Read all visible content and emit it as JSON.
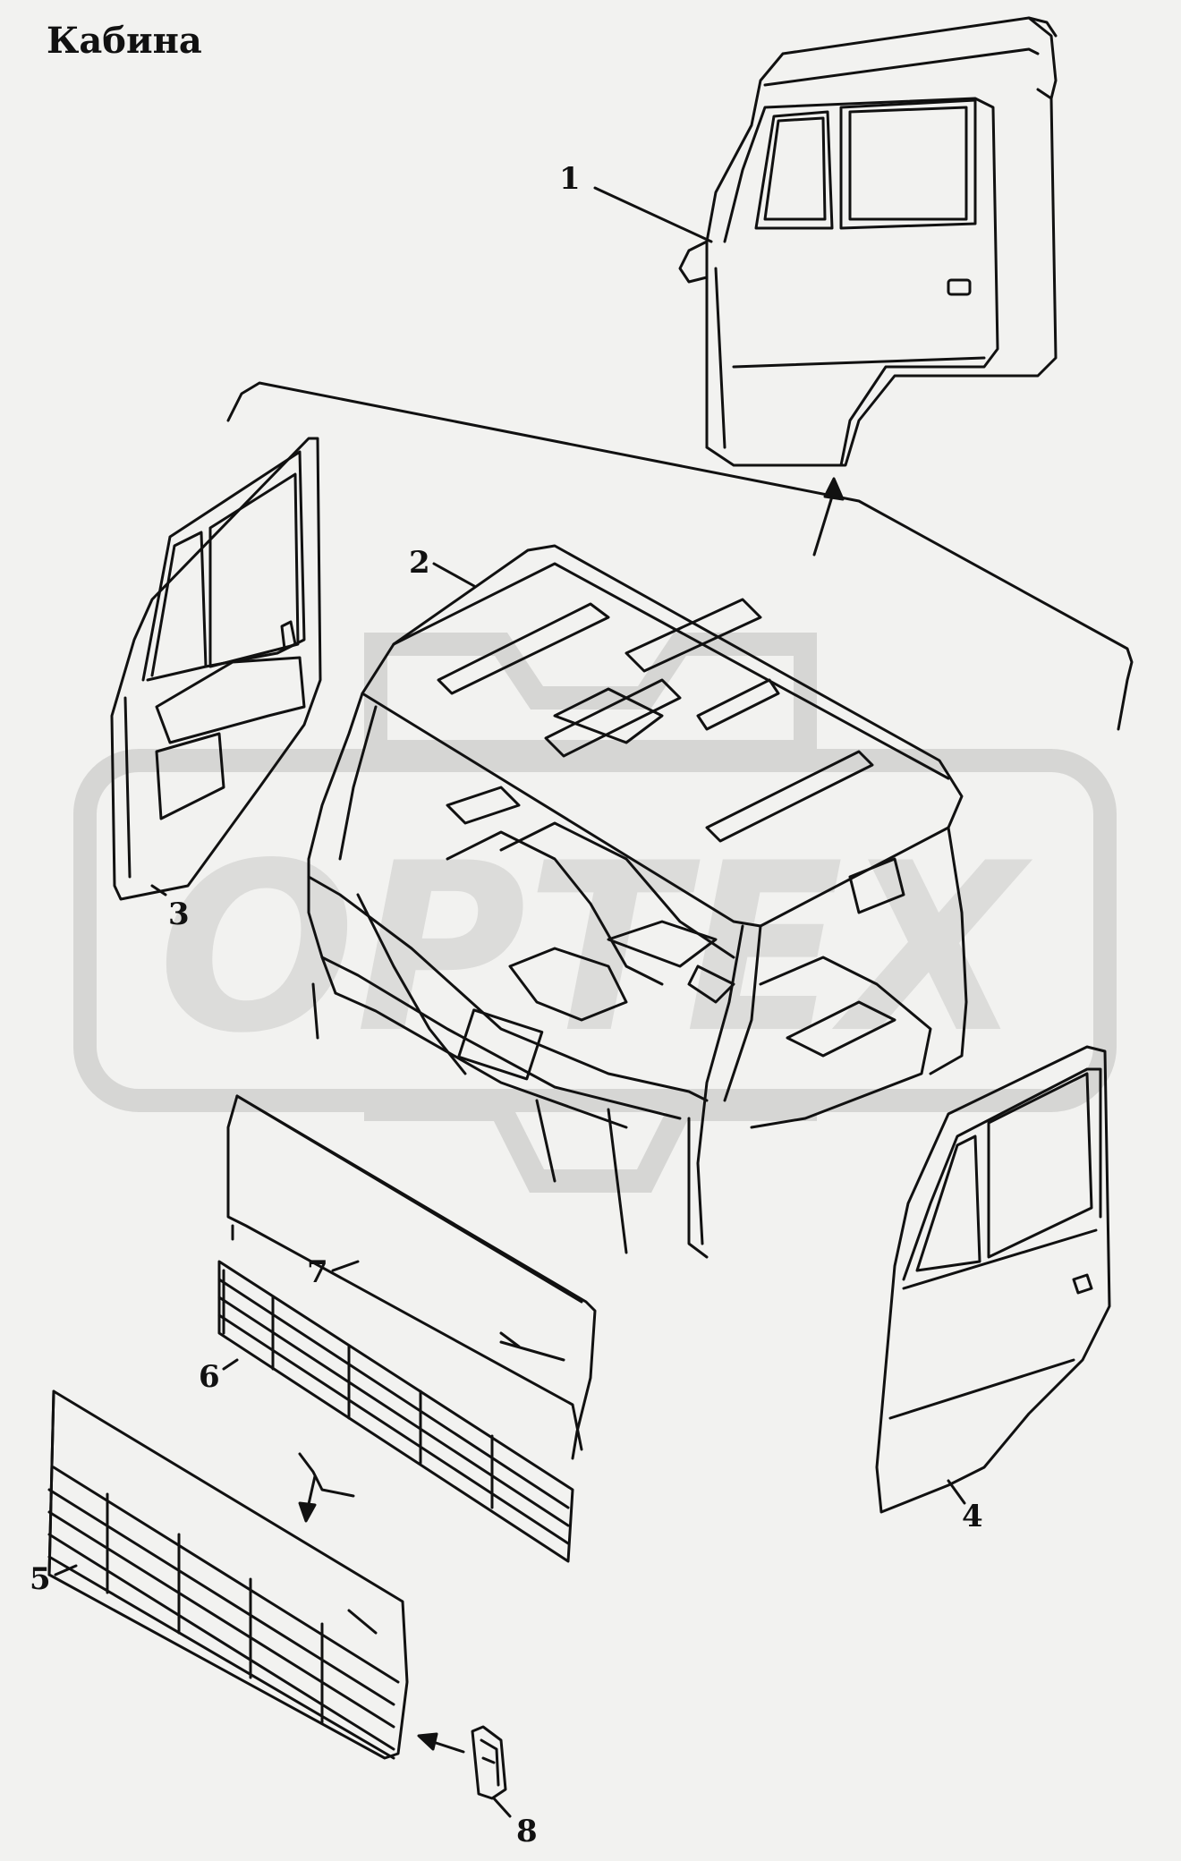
{
  "title": "Кабина",
  "watermark": "ОРТЕХ",
  "parts": [
    {
      "number": "1",
      "item": "cab-assembly"
    },
    {
      "number": "2",
      "item": "cab-body-frame"
    },
    {
      "number": "3",
      "item": "left-door"
    },
    {
      "number": "4",
      "item": "right-door"
    },
    {
      "number": "5",
      "item": "front-panel-with-grille"
    },
    {
      "number": "6",
      "item": "radiator-grille"
    },
    {
      "number": "7",
      "item": "front-panel"
    },
    {
      "number": "8",
      "item": "bracket"
    }
  ],
  "colors": {
    "background": "#f2f2f0",
    "line": "#111111",
    "watermark": "#d6d6d4"
  }
}
